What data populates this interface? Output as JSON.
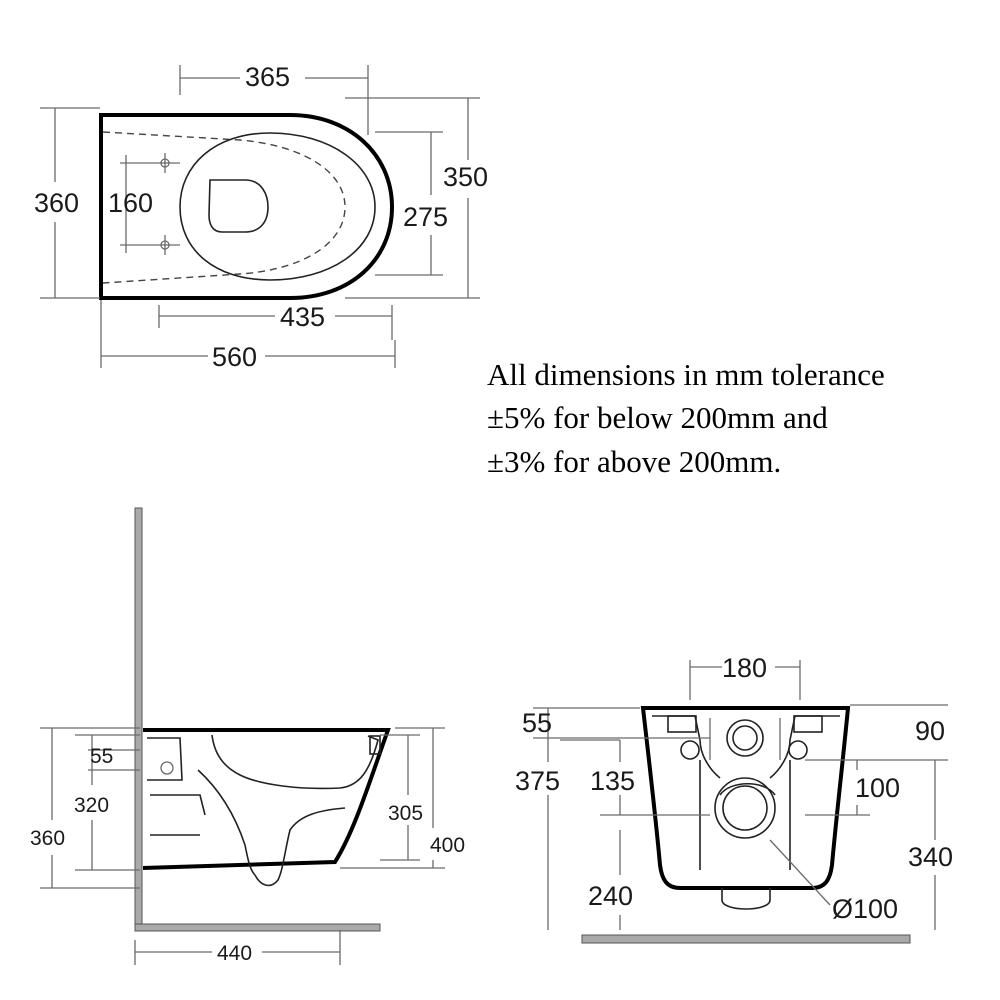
{
  "top_view": {
    "dim_365": "365",
    "dim_360": "360",
    "dim_160": "160",
    "dim_350": "350",
    "dim_275": "275",
    "dim_435": "435",
    "dim_560": "560"
  },
  "side_view": {
    "dim_55": "55",
    "dim_320": "320",
    "dim_360": "360",
    "dim_305": "305",
    "dim_400": "400",
    "dim_440": "440"
  },
  "front_view": {
    "dim_180": "180",
    "dim_55": "55",
    "dim_90": "90",
    "dim_375": "375",
    "dim_135": "135",
    "dim_100": "100",
    "dim_340": "340",
    "dim_240": "240",
    "dim_dia100": "Ø100"
  },
  "note": {
    "line1": "All dimensions in mm tolerance",
    "line2": "±5% for below 200mm and",
    "line3": "±3% for above 200mm."
  }
}
